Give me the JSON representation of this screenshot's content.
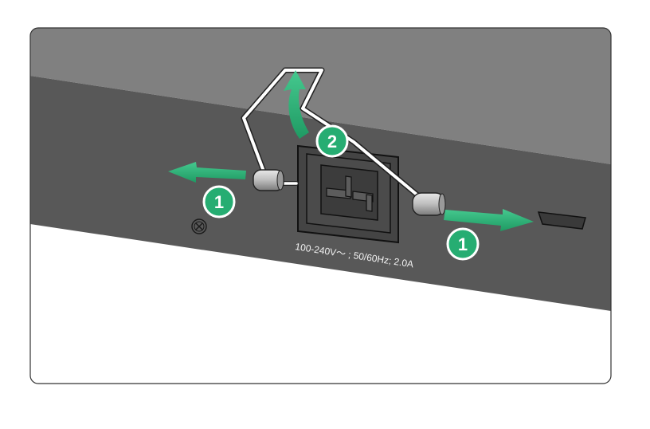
{
  "device": {
    "top_color": "#808080",
    "panel_color": "#585858",
    "frame_color": "#333333",
    "accent_color": "#26ad72"
  },
  "power_label": "100-240V～ ; 50/60Hz; 2.0A",
  "steps": [
    {
      "label": "1",
      "meaning": "slide-retainer-left"
    },
    {
      "label": "2",
      "meaning": "lift-retainer"
    },
    {
      "label": "1",
      "meaning": "slide-retainer-right"
    }
  ],
  "icons": [
    "grounding-screw-icon",
    "arrow-left-icon",
    "arrow-right-icon",
    "arrow-up-icon",
    "power-socket-icon",
    "retainer-clip-icon",
    "vent-slot-icon"
  ]
}
